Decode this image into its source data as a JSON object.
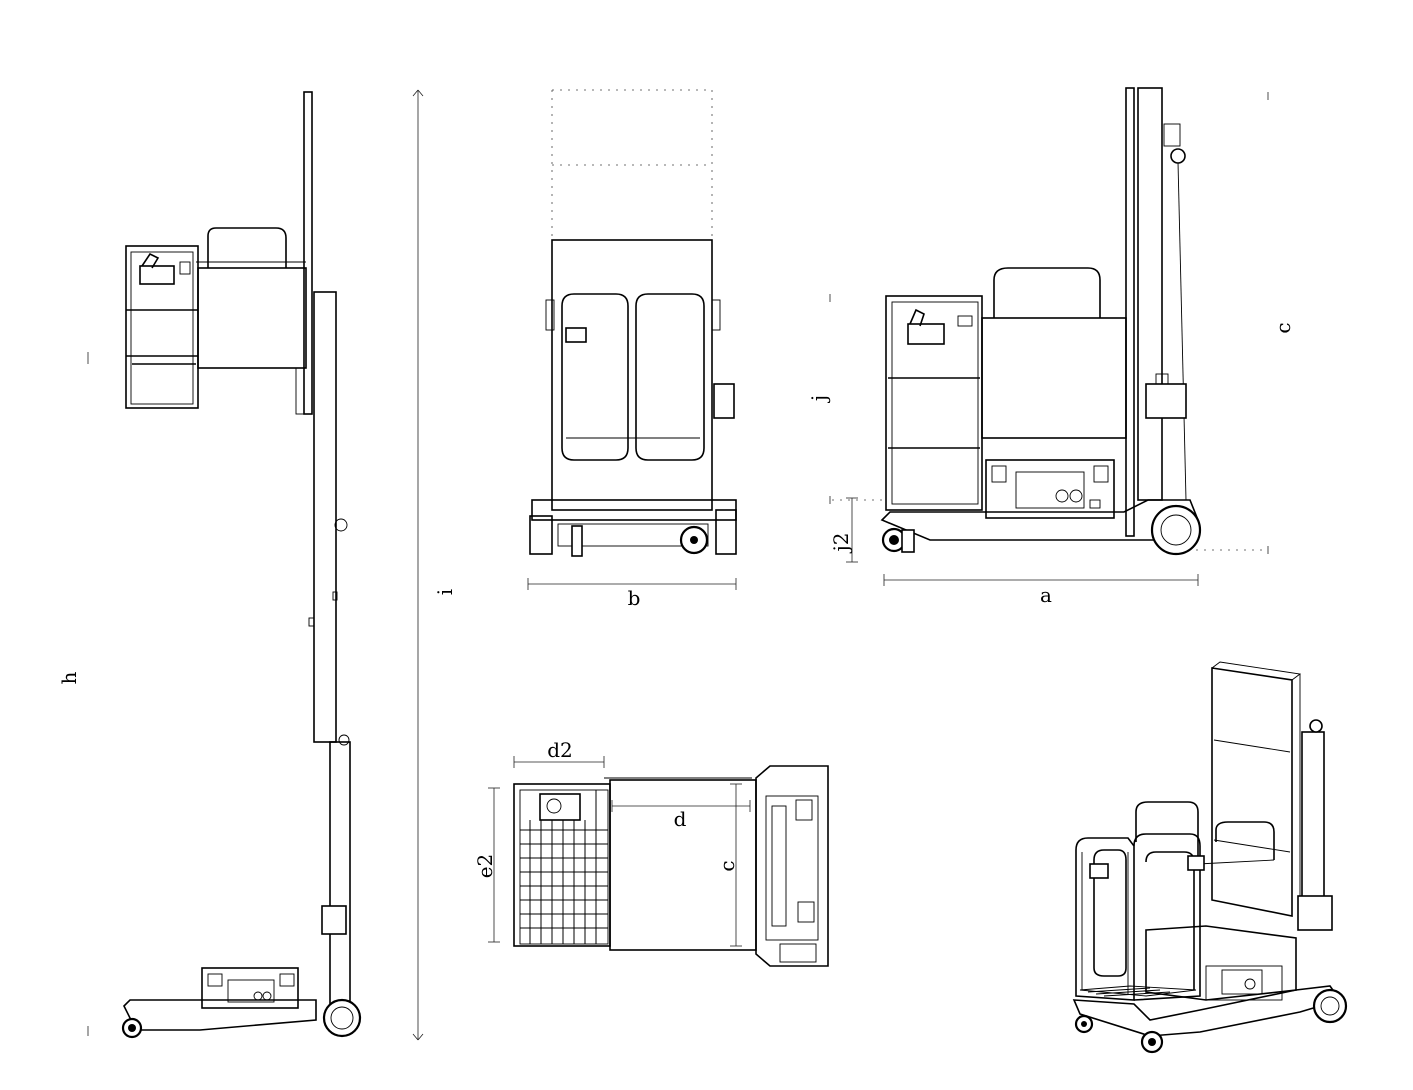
{
  "dimension_labels": {
    "h": "h",
    "i": "i",
    "b": "b",
    "a": "a",
    "c_side": "c",
    "j": "j",
    "j2": "j2",
    "d2": "d2",
    "d": "d",
    "e2": "e2",
    "c_top": "c"
  }
}
